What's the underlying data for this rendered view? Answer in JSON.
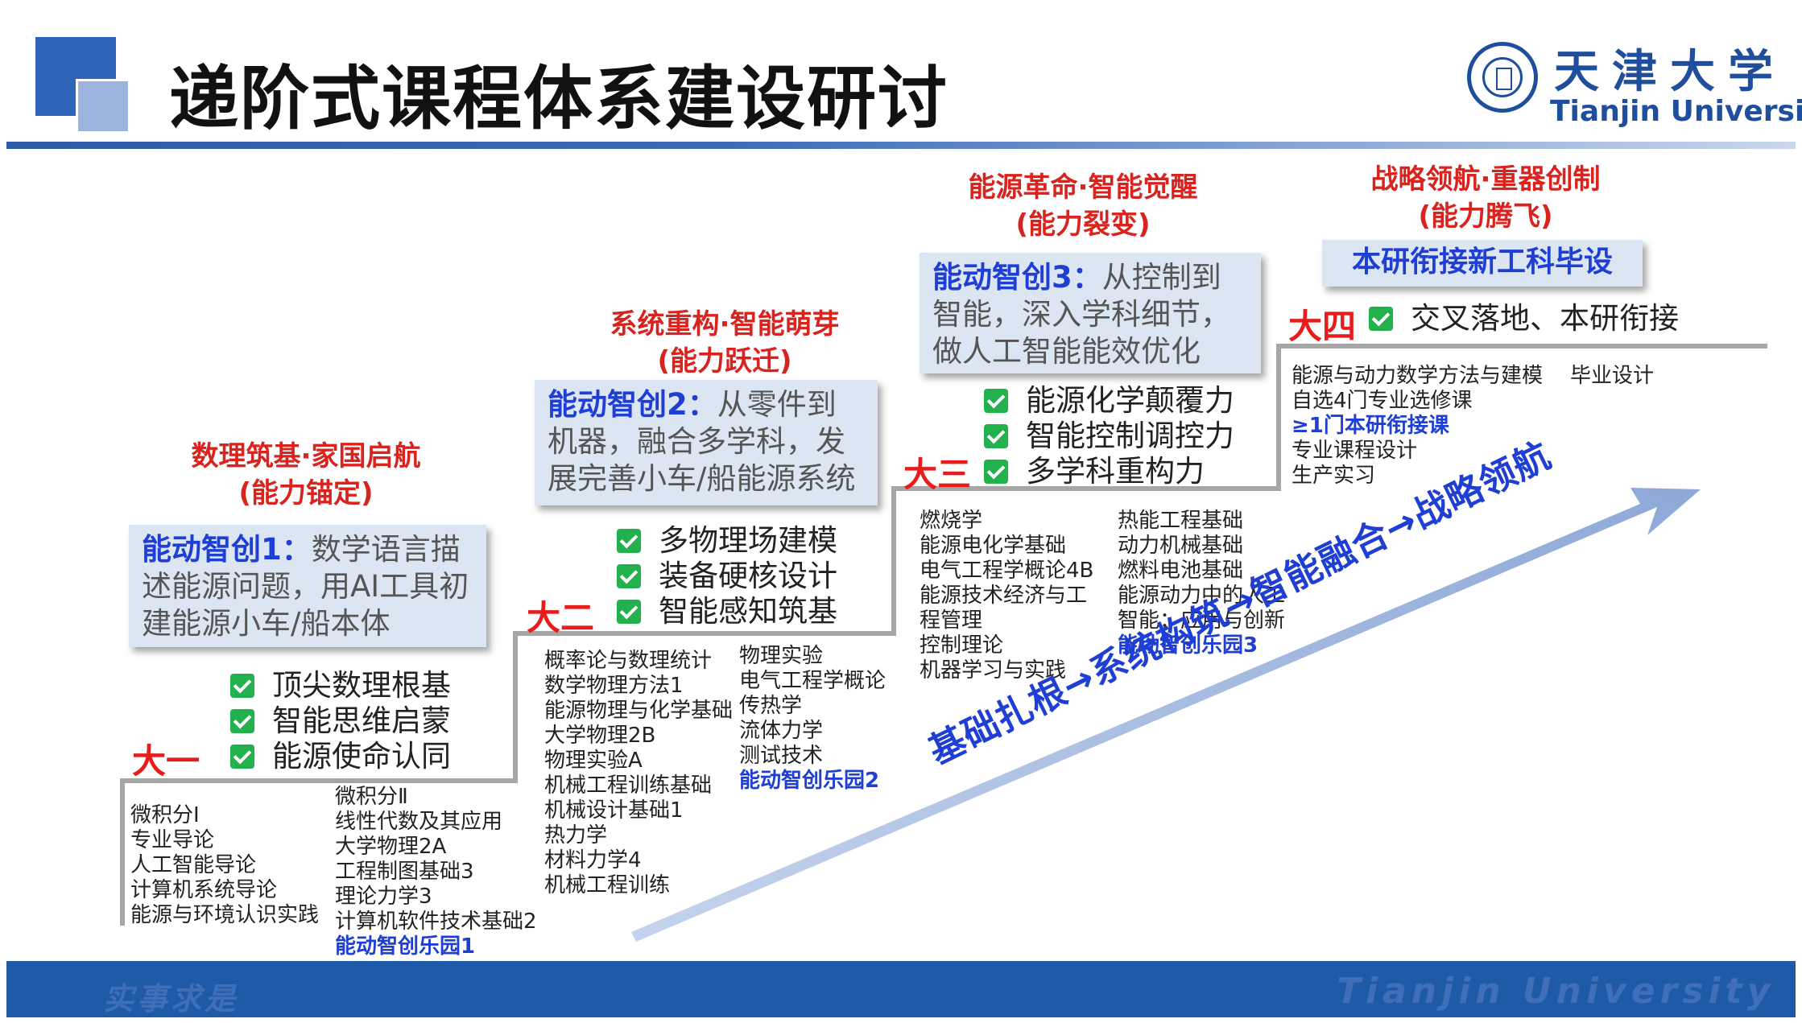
{
  "title": "递阶式课程体系建设研讨",
  "logo": {
    "cn": "天津大学",
    "en": "Tianjin University"
  },
  "footer": {
    "left": "实事求是",
    "right": "Tianjin University"
  },
  "colors": {
    "accent": "#2f63b8",
    "red": "#d9231e",
    "blue": "#1f3fd4",
    "check": "#22b14c"
  },
  "stages": [
    {
      "title_line1": "数理筑基·家国启航",
      "title_line2": "(能力锚定)",
      "card_highlight": "能动智创1：",
      "card_text": "数学语言描述能源问题，用AI工具初建能源小车/船本体",
      "checks": [
        "顶尖数理根基",
        "智能思维启蒙",
        "能源使命认同"
      ],
      "year": "大一",
      "courses_a": [
        "微积分Ⅰ",
        "专业导论",
        "人工智能导论",
        "计算机系统导论",
        "能源与环境认识实践"
      ],
      "courses_b": [
        "微积分Ⅱ",
        "线性代数及其应用",
        "大学物理2A",
        "工程制图基础3",
        "理论力学3",
        "计算机软件技术基础2"
      ],
      "courses_b_highlight": "能动智创乐园1"
    },
    {
      "title_line1": "系统重构·智能萌芽",
      "title_line2": "(能力跃迁)",
      "card_highlight": "能动智创2：",
      "card_text": "从零件到机器，融合多学科，发展完善小车/船能源系统",
      "checks": [
        "多物理场建模",
        "装备硬核设计",
        "智能感知筑基"
      ],
      "year": "大二",
      "courses_a": [
        "概率论与数理统计",
        "数学物理方法1",
        "能源物理与化学基础",
        "大学物理2B",
        "物理实验A",
        "机械工程训练基础",
        "机械设计基础1",
        "热力学",
        "材料力学4",
        "机械工程训练"
      ],
      "courses_b": [
        "物理实验",
        "电气工程学概论",
        "传热学",
        "流体力学",
        "测试技术"
      ],
      "courses_b_highlight": "能动智创乐园2"
    },
    {
      "title_line1": "能源革命·智能觉醒",
      "title_line2": "(能力裂变)",
      "card_highlight": "能动智创3：",
      "card_text": "从控制到智能，深入学科细节，做人工智能能效优化",
      "checks": [
        "能源化学颠覆力",
        "智能控制调控力",
        "多学科重构力"
      ],
      "year": "大三",
      "courses_a": [
        "燃烧学",
        "能源电化学基础",
        "电气工程学概论4B",
        "能源技术经济与工",
        "程管理",
        "控制理论",
        "机器学习与实践"
      ],
      "courses_b": [
        "热能工程基础",
        "动力机械基础",
        "燃料电池基础",
        "能源动力中的人工",
        "智能：应用与创新"
      ],
      "courses_b_highlight": "能动智创乐园3"
    },
    {
      "title_line1": "战略领航·重器创制",
      "title_line2": "(能力腾飞)",
      "banner": "本研衔接新工科毕设",
      "year": "大四",
      "check": "交叉落地、本研衔接",
      "courses_a": [
        "能源与动力数学方法与建模",
        "自选4门专业选修课"
      ],
      "courses_a_highlight": "≥1门本研衔接课",
      "courses_a2": [
        "专业课程设计",
        "生产实习"
      ],
      "courses_side": "毕业设计"
    }
  ],
  "arrow_text": "基础扎根→系统构筑→智能融合→战略领航"
}
